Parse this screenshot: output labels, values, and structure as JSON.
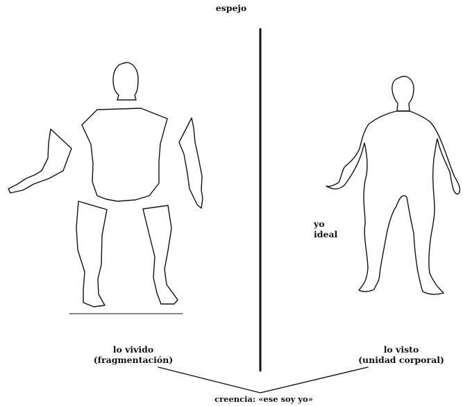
{
  "diagram": {
    "mirror_label": "espejo",
    "left_caption": {
      "line1": "lo vivido",
      "line2": "(fragmentación)"
    },
    "right_caption": {
      "line1": "lo visto",
      "line2": "(unidad corporal)"
    },
    "ideal_label": {
      "line1": "yo",
      "line2": "ideal"
    },
    "belief_label": "creencia: «ese soy yo»",
    "stroke_color": "#111111"
  }
}
